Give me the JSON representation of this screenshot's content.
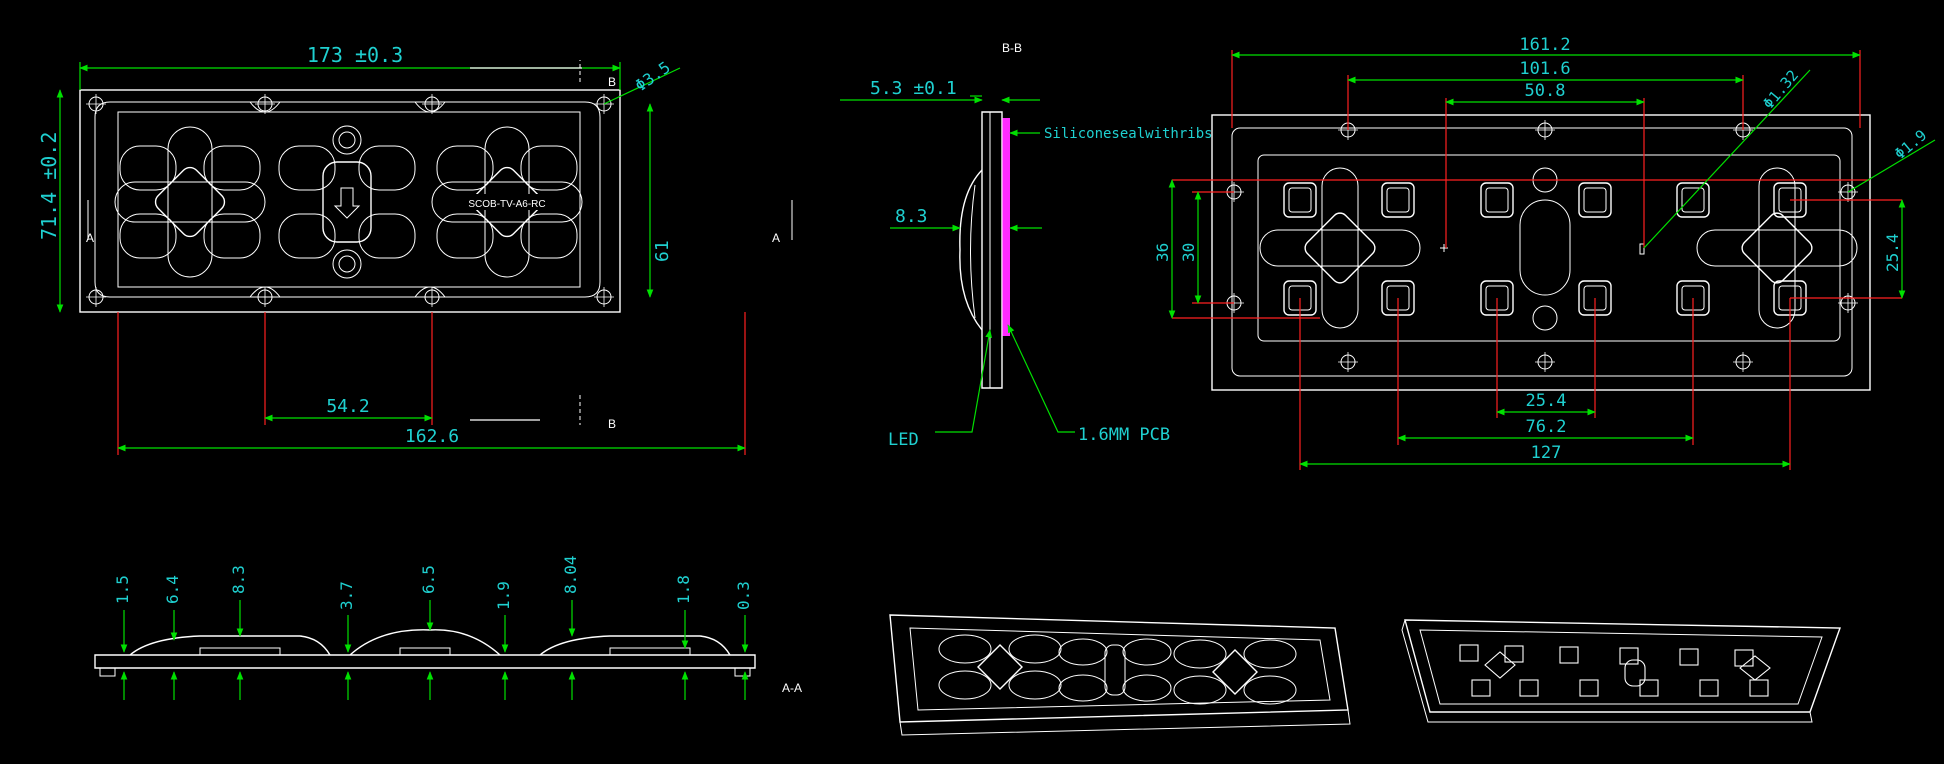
{
  "drawing": {
    "front_view": {
      "overall_length": "173 ±0.3",
      "hole_dia": "Φ3.5",
      "overall_width": "71.4 ±0.2",
      "inner_width": "61",
      "hole_pitch": "54.2",
      "hole_span": "162.6",
      "section_mark_top": "B",
      "section_mark_bottom": "B",
      "section_mark_left": "A",
      "section_mark_right": "A",
      "lens_marking": "SCOB-TV-A6-RC"
    },
    "section_bb": {
      "title": "B-B",
      "thickness": "5.3 ±0.1",
      "height": "8.3",
      "seal_label": "Siliconesealwithribs",
      "led_label": "LED",
      "pcb_label": "1.6MM PCB"
    },
    "back_view": {
      "overall": "161.2",
      "span_101": "101.6",
      "span_50": "50.8",
      "pin_dia": "Φ1.32",
      "hole_dia": "Φ1.9",
      "height_36": "36",
      "height_30": "30",
      "height_25": "25.4",
      "pitch_254": "25.4",
      "pitch_762": "76.2",
      "pitch_127": "127"
    },
    "section_aa": {
      "title": "A-A",
      "dims": [
        "1.5",
        "6.4",
        "8.3",
        "3.7",
        "6.5",
        "1.9",
        "8.04",
        "1.8",
        "0.3"
      ]
    },
    "colors": {
      "background": "#000000",
      "line": "#ffffff",
      "dimension_text": "#1fd0d0",
      "leader": "#00e000",
      "construction": "#ff2020",
      "seal": "#ff2bff"
    }
  }
}
